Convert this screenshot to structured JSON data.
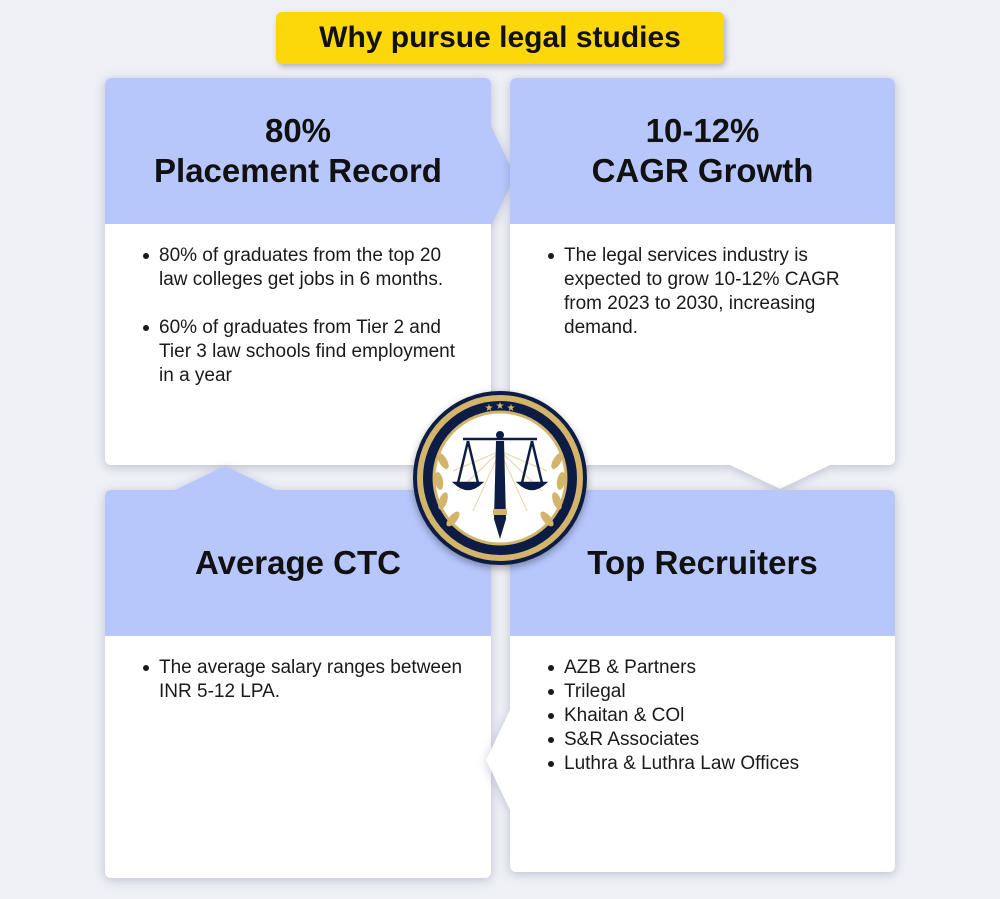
{
  "title": "Why pursue legal studies",
  "cards": {
    "placement": {
      "heading_line1": "80%",
      "heading_line2": "Placement Record",
      "bullets": [
        "80% of graduates from the top 20 law colleges get jobs in 6 months.",
        "60% of graduates from Tier 2 and Tier 3 law schools find employment in a year"
      ]
    },
    "cagr": {
      "heading_line1": "10-12%",
      "heading_line2": "CAGR Growth",
      "bullets": [
        "The legal services industry is expected to grow 10-12% CAGR from 2023 to 2030, increasing demand."
      ]
    },
    "ctc": {
      "heading": "Average CTC",
      "bullets": [
        "The average salary ranges between INR 5-12 LPA."
      ]
    },
    "recruiters": {
      "heading": "Top Recruiters",
      "bullets": [
        "AZB & Partners",
        "Trilegal",
        "Khaitan & COl",
        "S&R Associates",
        "Luthra & Luthra Law Offices"
      ]
    }
  },
  "colors": {
    "title_bg": "#fcd70a",
    "card_header": "#b7c7fc",
    "card_body": "#ffffff",
    "emblem_navy": "#0c1c44",
    "emblem_gold": "#d2b46a"
  },
  "icons": {
    "emblem": "scales-of-justice-icon"
  }
}
